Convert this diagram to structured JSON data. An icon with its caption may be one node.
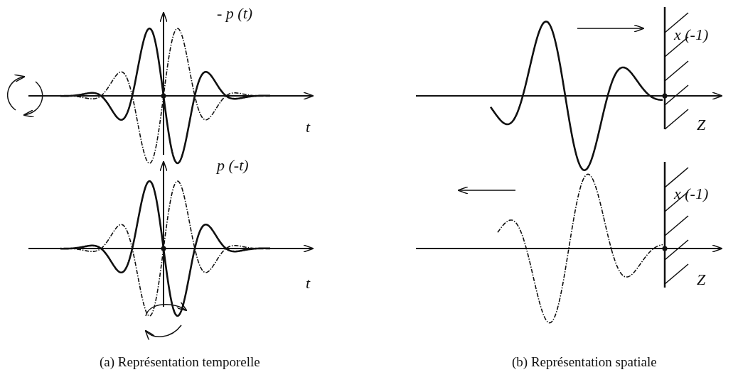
{
  "diagram": {
    "labels": [
      "- p (t)",
      "t",
      "p (-t)",
      "t",
      "x (-1)",
      "Z",
      "x (-1)",
      "Z",
      "(a) Représentation temporelle",
      "(b) Représentation spatiale"
    ]
  }
}
